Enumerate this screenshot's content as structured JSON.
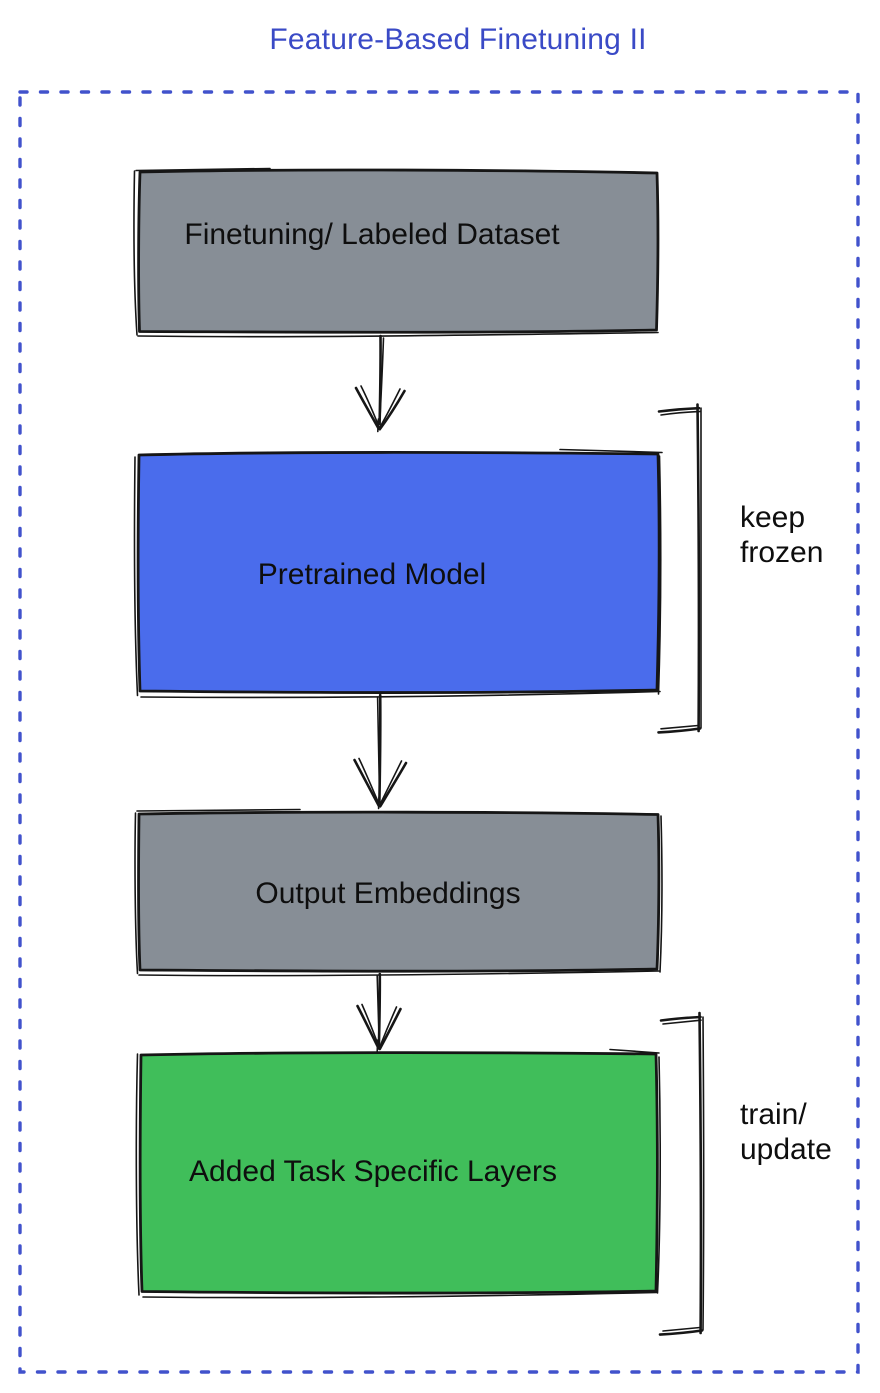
{
  "title": "Feature-Based Finetuning II",
  "colors": {
    "title_blue": "#3A4AC6",
    "dotted_border_blue": "#4152CC",
    "node_gray": "#878E96",
    "node_blue": "#4A6CEC",
    "node_green": "#40BE5A",
    "sketch_stroke": "#161616",
    "label_text": "#0E0E0E"
  },
  "diagram": {
    "nodes": [
      {
        "id": "finetuning-dataset",
        "label": "Finetuning/ Labeled Dataset",
        "color": "#878E96"
      },
      {
        "id": "pretrained-model",
        "label": "Pretrained Model",
        "color": "#4A6CEC"
      },
      {
        "id": "output-embeddings",
        "label": "Output Embeddings",
        "color": "#878E96"
      },
      {
        "id": "added-task-specific-layers",
        "label": "Added Task Specific Layers",
        "color": "#40BE5A"
      }
    ],
    "edges": [
      {
        "from": "finetuning-dataset",
        "to": "pretrained-model"
      },
      {
        "from": "pretrained-model",
        "to": "output-embeddings"
      },
      {
        "from": "output-embeddings",
        "to": "added-task-specific-layers"
      }
    ],
    "annotations": [
      {
        "target": "pretrained-model",
        "lines": [
          "keep",
          "frozen"
        ]
      },
      {
        "target": "added-task-specific-layers",
        "lines": [
          "train/",
          "update"
        ]
      }
    ]
  }
}
